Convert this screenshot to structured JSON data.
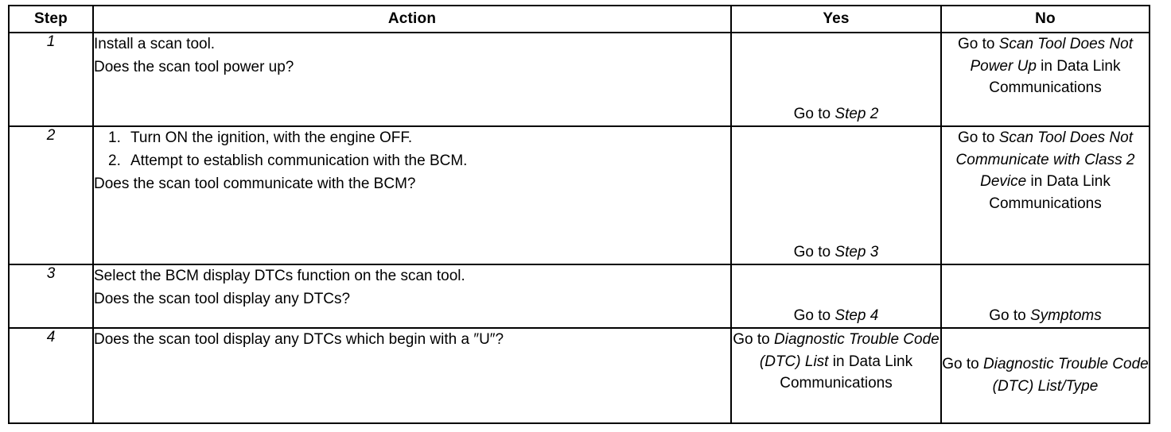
{
  "table": {
    "headers": {
      "step": "Step",
      "action": "Action",
      "yes": "Yes",
      "no": "No"
    },
    "rows": [
      {
        "step": "1",
        "action": {
          "lines": [
            "Install a scan tool.",
            "Does the scan tool power up?"
          ],
          "numbered": []
        },
        "yes": {
          "prefix": "Go to ",
          "italic": "Step 2",
          "suffix": ""
        },
        "no": {
          "prefix": "Go to ",
          "italic": "Scan Tool Does Not Power Up",
          "suffix": " in Data Link Communications"
        }
      },
      {
        "step": "2",
        "action": {
          "lines": [
            "Does the scan tool communicate with the BCM?"
          ],
          "numbered": [
            {
              "num": "1.",
              "text": "Turn ON the ignition, with the engine OFF."
            },
            {
              "num": "2.",
              "text": "Attempt to establish communication with the BCM."
            }
          ]
        },
        "yes": {
          "prefix": "Go to ",
          "italic": "Step 3",
          "suffix": ""
        },
        "no": {
          "prefix": "Go to ",
          "italic": "Scan Tool Does Not Communicate with Class 2 Device",
          "suffix": " in Data Link Communications"
        }
      },
      {
        "step": "3",
        "action": {
          "lines": [
            "Select the BCM display DTCs function on the scan tool.",
            "Does the scan tool display any DTCs?"
          ],
          "numbered": []
        },
        "yes": {
          "prefix": "Go to ",
          "italic": "Step 4",
          "suffix": ""
        },
        "no": {
          "prefix": "Go to ",
          "italic": "Symptoms",
          "suffix": ""
        }
      },
      {
        "step": "4",
        "action": {
          "lines": [
            "Does the scan tool display any DTCs which begin with a ″U″?"
          ],
          "numbered": []
        },
        "yes": {
          "prefix": "Go to ",
          "italic": "Diagnostic Trouble Code (DTC) List",
          "suffix": " in Data Link Communications"
        },
        "no": {
          "prefix": "Go to ",
          "italic": "Diagnostic Trouble Code (DTC) List/Type",
          "suffix": ""
        }
      }
    ]
  }
}
